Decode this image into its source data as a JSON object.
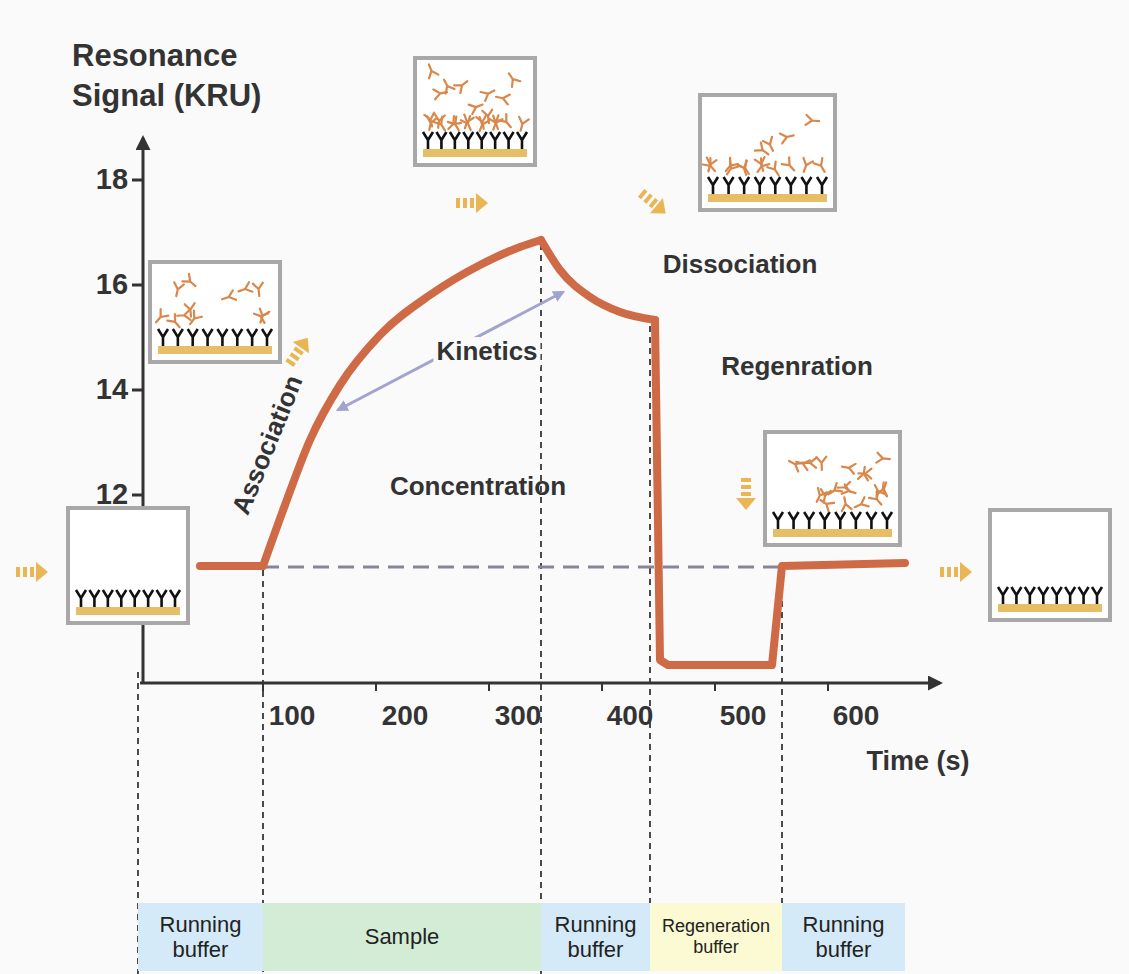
{
  "diagram": {
    "nodes": [
      {
        "text": [
          "Running buffer"
        ]
      },
      {
        "text": [
          "Sample"
        ]
      },
      {
        "text": [
          "Running buffer"
        ]
      },
      {
        "text": [
          "Regeneration buffer"
        ]
      },
      {
        "text": [
          "Running buffer"
        ]
      }
    ],
    "edges": [],
    "labels": [
      "Resonance Signal (KRU)",
      "18",
      "16",
      "14",
      "12",
      "100",
      "200",
      "300",
      "400",
      "500",
      "600",
      "Time (s)",
      "Association",
      "Kinetics",
      "Concentration",
      "Dissociation",
      "Regenration"
    ]
  }
}
